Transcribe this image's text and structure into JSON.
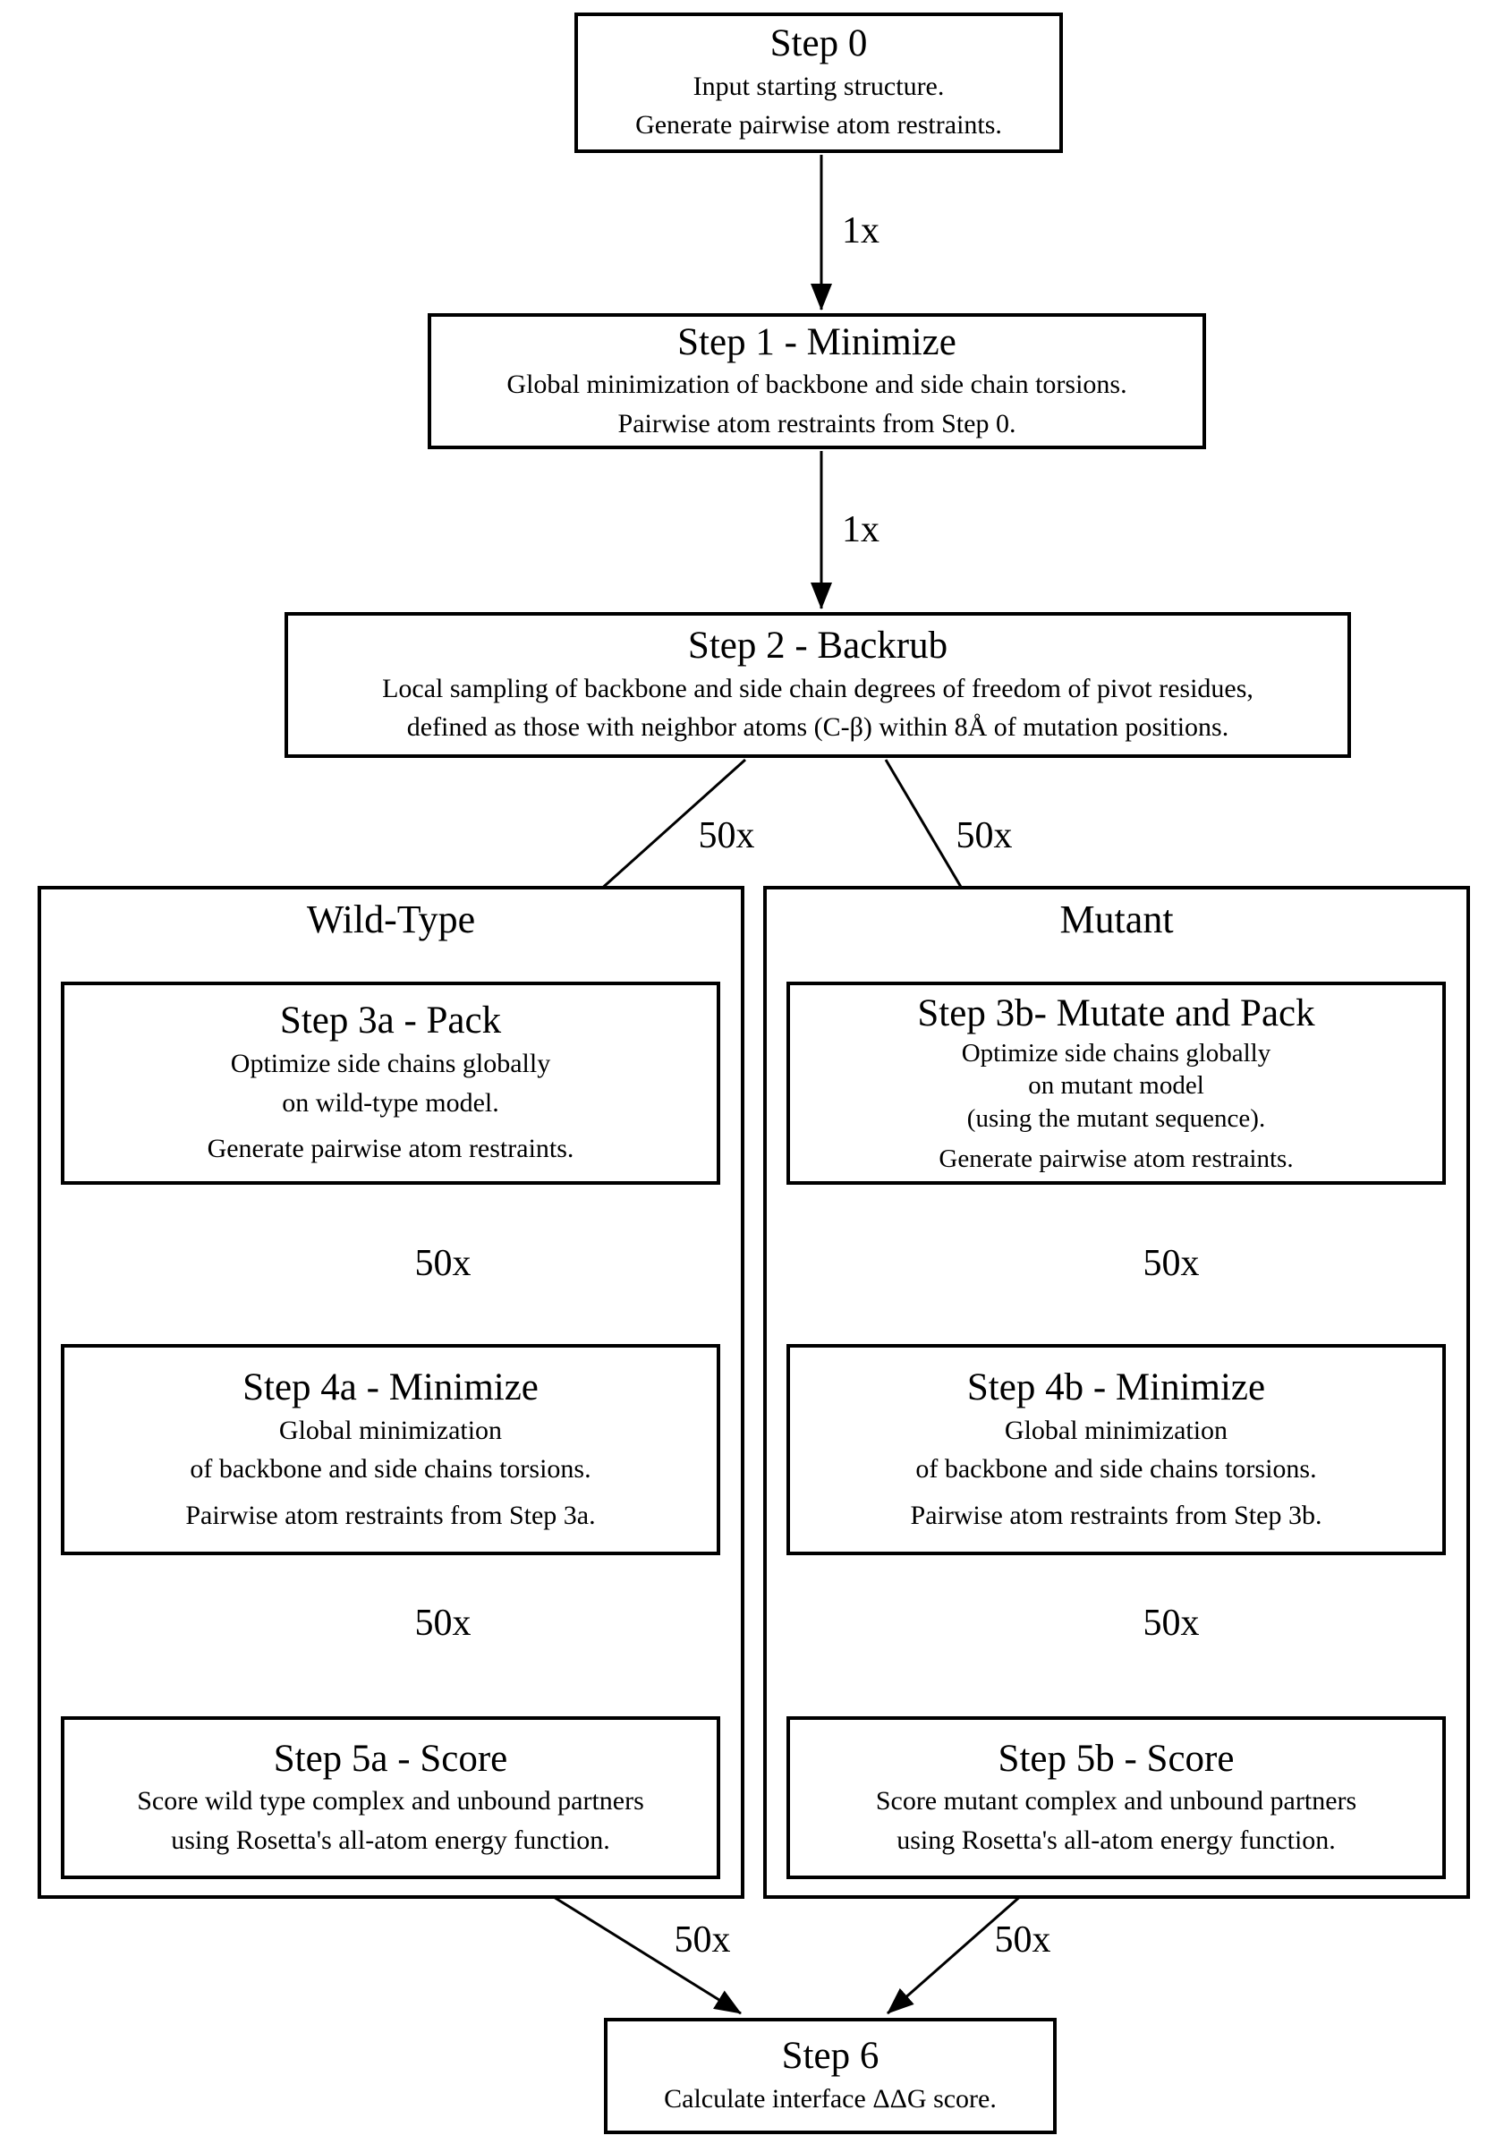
{
  "diagram": {
    "background": "#ffffff",
    "line_color": "#000000",
    "nodes": {
      "step0": {
        "title": "Step 0",
        "lines": [
          "Input starting structure.",
          "Generate pairwise atom restraints."
        ]
      },
      "step1": {
        "title": "Step 1 - Minimize",
        "lines": [
          "Global minimization of backbone and side chain torsions.",
          "Pairwise atom restraints from Step 0."
        ]
      },
      "step2": {
        "title": "Step 2 - Backrub",
        "lines": [
          "Local sampling of backbone and side chain degrees of freedom of pivot residues,",
          "defined as those with neighbor atoms (C-β) within 8Å of mutation positions."
        ]
      },
      "wild_type_group": {
        "title": "Wild-Type"
      },
      "mutant_group": {
        "title": "Mutant"
      },
      "step3a": {
        "title": "Step 3a - Pack",
        "lines": [
          "Optimize side chains globally",
          "on wild-type model.",
          "Generate pairwise atom restraints."
        ]
      },
      "step3b": {
        "title": "Step 3b- Mutate and Pack",
        "lines": [
          "Optimize side chains globally",
          "on mutant model",
          "(using the mutant sequence).",
          "Generate pairwise atom restraints."
        ]
      },
      "step4a": {
        "title": "Step 4a - Minimize",
        "lines": [
          "Global minimization",
          "of backbone and side chains torsions.",
          "Pairwise atom restraints from Step 3a."
        ]
      },
      "step4b": {
        "title": "Step 4b - Minimize",
        "lines": [
          "Global minimization",
          "of backbone and side chains torsions.",
          "Pairwise atom restraints from Step 3b."
        ]
      },
      "step5a": {
        "title": "Step 5a - Score",
        "lines": [
          "Score wild type complex and unbound partners",
          "using Rosetta's all-atom energy function."
        ]
      },
      "step5b": {
        "title": "Step 5b - Score",
        "lines": [
          "Score mutant complex and unbound partners",
          "using Rosetta's all-atom energy function."
        ]
      },
      "step6": {
        "title": "Step 6",
        "lines": [
          "Calculate interface ΔΔG score."
        ]
      }
    },
    "edges": {
      "step0_step1": "1x",
      "step1_step2": "1x",
      "step2_step3a": "50x",
      "step2_step3b": "50x",
      "step3a_step4a": "50x",
      "step3b_step4b": "50x",
      "step4a_step5a": "50x",
      "step4b_step5b": "50x",
      "step5a_step6": "50x",
      "step5b_step6": "50x"
    }
  }
}
